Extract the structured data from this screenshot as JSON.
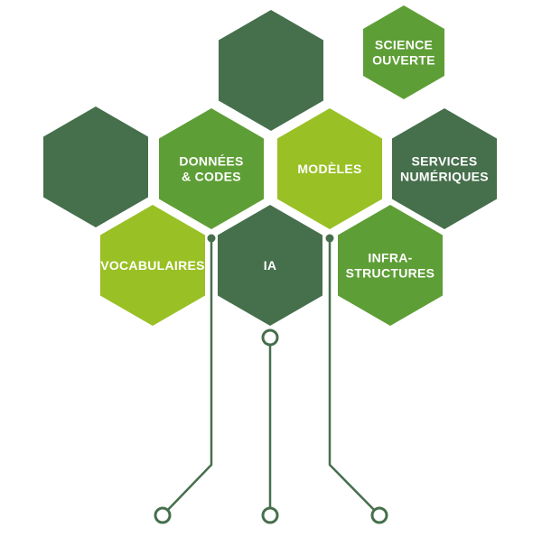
{
  "colors": {
    "dark_green": "#466f4c",
    "mid_green": "#5e9e36",
    "light_green": "#99c024",
    "line_green": "#466f4c",
    "text": "#ffffff",
    "background": "#ffffff"
  },
  "hexagons": {
    "science_ouverte": {
      "lines": [
        "SCIENCE",
        "OUVERTE"
      ],
      "color": "mid_green"
    },
    "top_blank": {
      "lines": [],
      "color": "dark_green"
    },
    "left_blank": {
      "lines": [],
      "color": "dark_green"
    },
    "donnees_codes": {
      "lines": [
        "DONNÉES",
        "& CODES"
      ],
      "color": "mid_green"
    },
    "modeles": {
      "lines": [
        "MODÈLES"
      ],
      "color": "light_green"
    },
    "services_numeriques": {
      "lines": [
        "SERVICES",
        "NUMÉRIQUES"
      ],
      "color": "dark_green"
    },
    "vocabulaires": {
      "lines": [
        "VOCABULAIRES"
      ],
      "color": "light_green"
    },
    "ia": {
      "lines": [
        "IA"
      ],
      "color": "dark_green"
    },
    "infrastructures": {
      "lines": [
        "INFRA-",
        "STRUCTURES"
      ],
      "color": "mid_green"
    }
  }
}
